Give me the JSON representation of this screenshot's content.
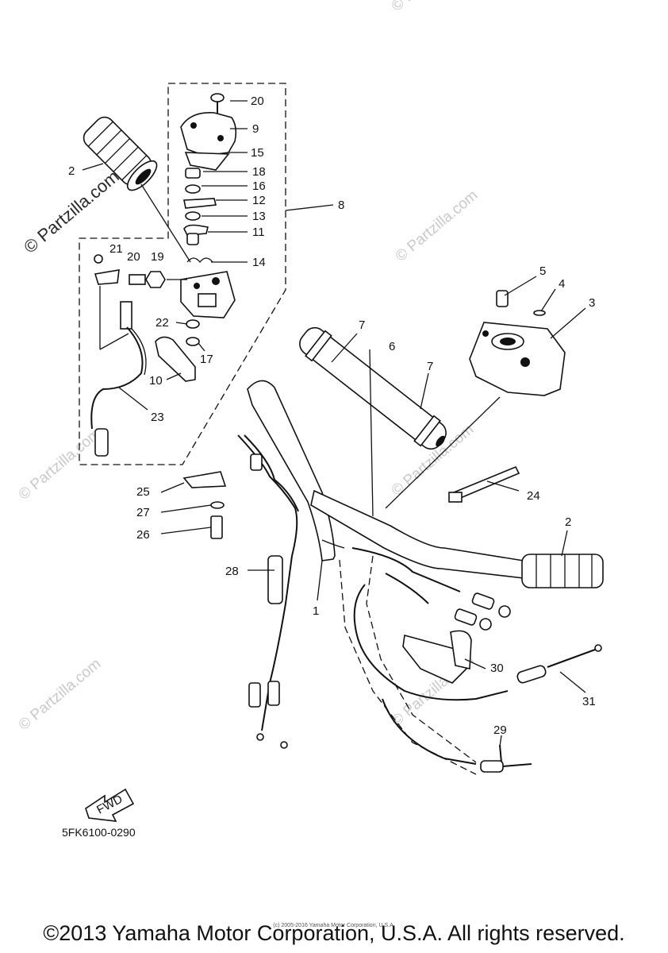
{
  "diagram_code": "5FK6100-0290",
  "copyright": "©2013 Yamaha Motor Corporation, U.S.A. All rights reserved.",
  "small_copyright": "(c) 2005-2016 Yamaha Motor Corporation, U.S.A.",
  "watermark": "© Partzilla.com",
  "fwd_label": "FWD",
  "callouts": {
    "c1": "1",
    "c2a": "2",
    "c2b": "2",
    "c3": "3",
    "c4": "4",
    "c5": "5",
    "c6": "6",
    "c7a": "7",
    "c7b": "7",
    "c8": "8",
    "c9": "9",
    "c10": "10",
    "c11": "11",
    "c12": "12",
    "c13": "13",
    "c14": "14",
    "c15": "15",
    "c16": "16",
    "c17": "17",
    "c18": "18",
    "c19": "19",
    "c20a": "20",
    "c20b": "20",
    "c21": "21",
    "c22": "22",
    "c23": "23",
    "c24": "24",
    "c25": "25",
    "c26": "26",
    "c27": "27",
    "c28": "28",
    "c29": "29",
    "c30": "30",
    "c31": "31"
  }
}
